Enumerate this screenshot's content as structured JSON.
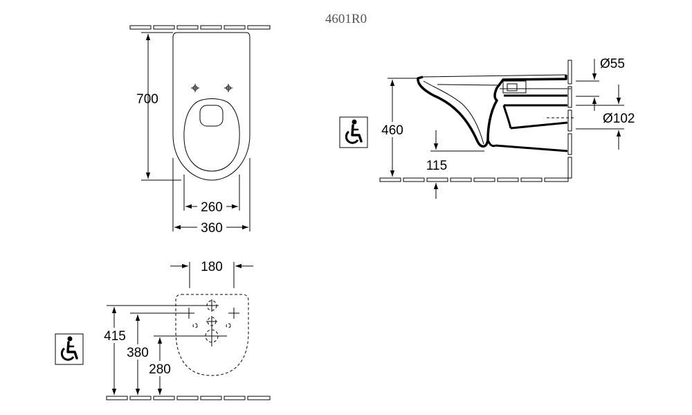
{
  "title": "4601R0",
  "top_view": {
    "dim_length": "700",
    "dim_inner_width": "260",
    "dim_outer_width": "360"
  },
  "side_view": {
    "dim_height": "460",
    "dim_drop": "115",
    "dim_pipe_small": "Ø55",
    "dim_pipe_large": "Ø102"
  },
  "mounting_view": {
    "dim_hole_spacing": "180",
    "dim_415": "415",
    "dim_380": "380",
    "dim_280": "280"
  },
  "icons": {
    "accessibility": "wheelchair-icon"
  },
  "colors": {
    "line": "#000000",
    "title": "#555555"
  }
}
